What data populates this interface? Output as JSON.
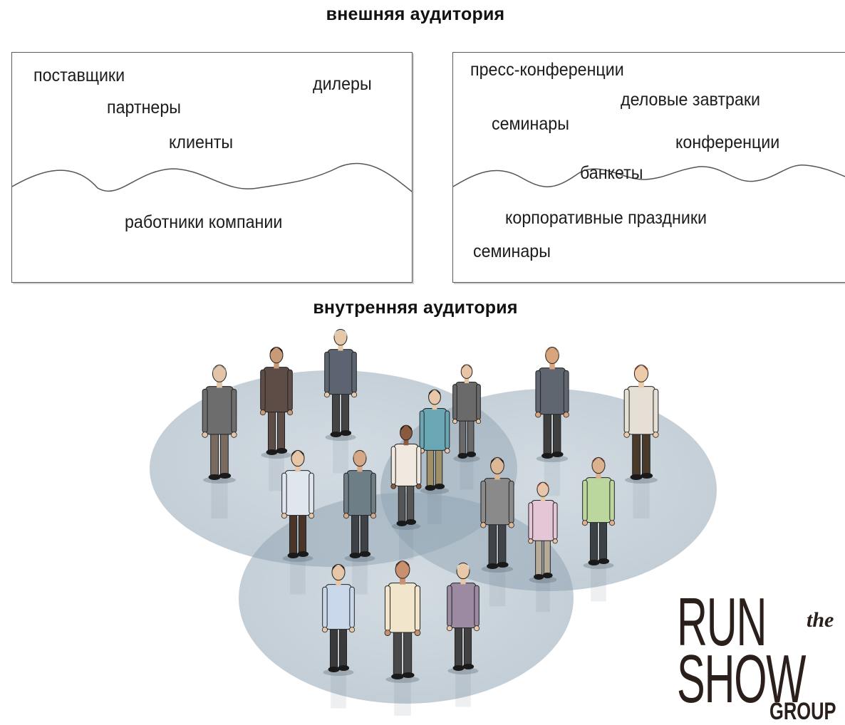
{
  "headings": {
    "external": "внешняя аудитория",
    "internal": "внутренняя аудитория"
  },
  "left_panel": {
    "above_wave": [
      "поставщики",
      "дилеры",
      "партнеры",
      "клиенты"
    ],
    "below_wave": [
      "работники компании"
    ]
  },
  "right_panel": {
    "above_wave": [
      "пресс-конференции",
      "деловые завтраки",
      "семинары",
      "конференции",
      "банкеты"
    ],
    "below_wave": [
      "корпоративные праздники",
      "семинары"
    ]
  },
  "logo": {
    "run": "RUN",
    "the": "the",
    "show": "SHOW",
    "group": "GROUP"
  },
  "colors": {
    "circle_fill": "#8fa3b2",
    "panel_border": "#5a5a5a",
    "logo": "#2a1f1a"
  }
}
